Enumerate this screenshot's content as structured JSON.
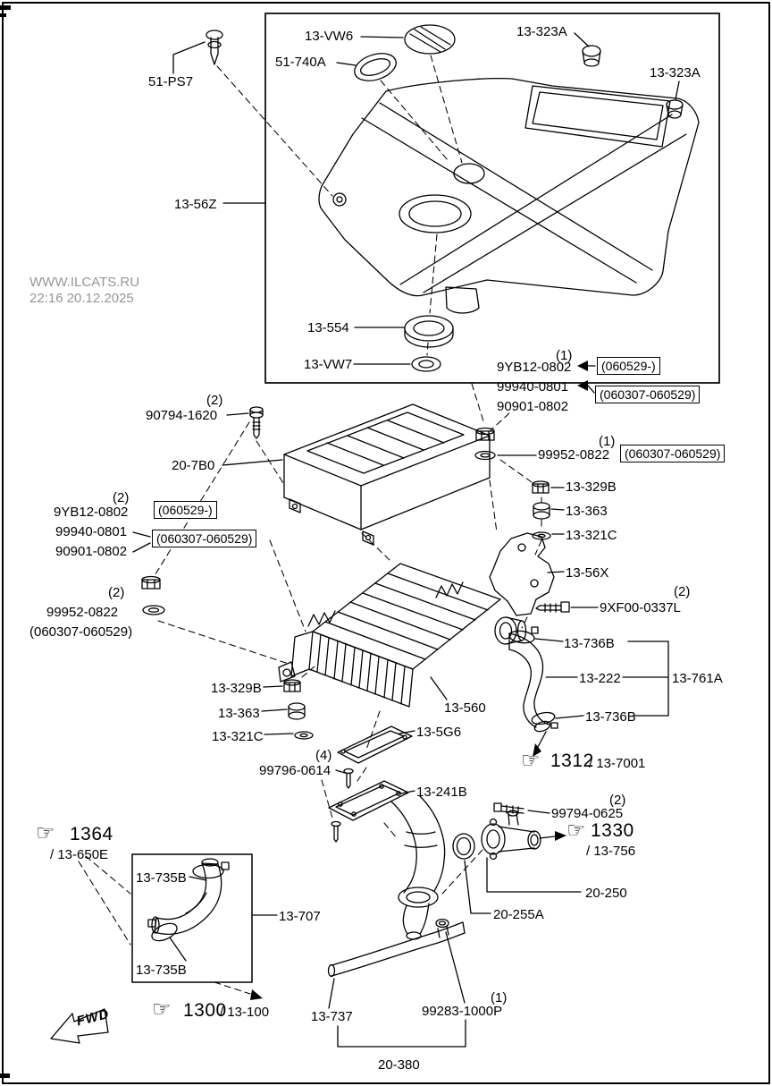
{
  "meta": {
    "watermark_line1": "WWW.ILCATS.RU",
    "watermark_line2": "22:16 20.12.2025",
    "fwd_label": "FWD"
  },
  "icons": {
    "pointing_hand": "☞"
  },
  "parts": {
    "vw6": "13-VW6",
    "g323a_top": "13-323A",
    "p51740a": "51-740A",
    "g323a_right": "13-323A",
    "p51ps7": "51-PS7",
    "p1356z": "13-56Z",
    "p13554": "13-554",
    "vw7": "13-VW7",
    "qty_9yb12_r": "(1)",
    "yb_r": "9YB12-0802",
    "box_060529_r": "(060529-)",
    "p99940_r": "99940-0801",
    "p90901_r": "90901-0802",
    "box_060307_r": "(060307-060529)",
    "qty_90794": "(2)",
    "p90794": "90794-1620",
    "qty_99952_r": "(1)",
    "p99952_r": "99952-0822",
    "box_060307_r2": "(060307-060529)",
    "p207b0": "20-7B0",
    "p13329b_r": "13-329B",
    "p13363_r": "13-363",
    "qty_9yb12_l": "(2)",
    "yb_l": "9YB12-0802",
    "box_060529_l": "(060529-)",
    "p99940_l": "99940-0801",
    "p90901_l": "90901-0802",
    "box_060307_l": "(060307-060529)",
    "p13321c_r": "13-321C",
    "p1356x": "13-56X",
    "qty_99952_l": "(2)",
    "p99952_l": "99952-0822",
    "paren_060307_l": "(060307-060529)",
    "qty_9xf00": "(2)",
    "p9xf00": "9XF00-0337L",
    "p13736b_t": "13-736B",
    "p13222": "13-222",
    "p13761a": "13-761A",
    "p13736b_b": "13-736B",
    "p13329b_l": "13-329B",
    "p13363_l": "13-363",
    "p13321c_l": "13-321C",
    "p13560": "13-560",
    "p135g6": "13-5G6",
    "qty_99796": "(4)",
    "p99796": "99796-0614",
    "p13241b": "13-241B",
    "ref1312": "1312",
    "ref1312_part": "/ 13-7001",
    "qty_99794": "(2)",
    "p99794": "99794-0625",
    "ref1330": "1330",
    "ref1330_part": "/ 13-756",
    "ref1364": "1364",
    "ref1364_part": "/ 13-650E",
    "p13735b_t": "13-735B",
    "p13707": "13-707",
    "p13735b_b": "13-735B",
    "p20250": "20-250",
    "p20255a": "20-255A",
    "ref1300": "1300",
    "ref1300_part": "/ 13-100",
    "p13737": "13-737",
    "qty_99283": "(1)",
    "p99283": "99283-1000P",
    "p20380": "20-380"
  }
}
